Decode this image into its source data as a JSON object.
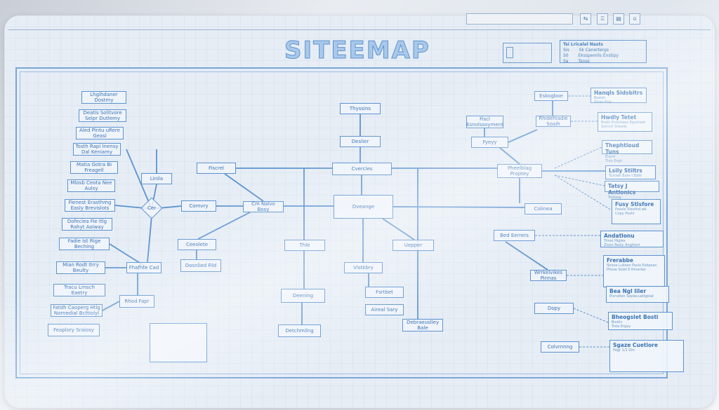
{
  "title": "SITEEMAP",
  "toolbar": {
    "search_value": "",
    "icons": [
      "expand-arrows-icon",
      "user-icon",
      "document-icon",
      "profile-icon"
    ],
    "icon_glyphs": [
      "⇆",
      "⍗",
      "▤",
      "⍝"
    ]
  },
  "legend": {
    "title": "Tsi Lricalal Nasts",
    "rows": [
      {
        "key": "Sis",
        "label": "Sk Canertergs"
      },
      {
        "key": "S0",
        "label": "Eksspemlis Enstipy"
      },
      {
        "key": "Sa",
        "label": "Tsose"
      }
    ]
  },
  "colors": {
    "line": "#5d93cf",
    "sheet": "#e6edf5"
  },
  "nodes": [
    "Lhgihdaner Dostmy",
    "Deatis Solitvore Seipr Dutlemy",
    "Aled Pintu uRere Geasl",
    "Tosth Rapi Inensy Dal Keniamy",
    "Matia Gotra Bi Freagell",
    "Mlosb Ceota Nee Aulsy",
    "Fienest Erasthmg Easly Brevislots",
    "Dofeciea Fie Itlg Rahyt Aoiway",
    "Fadie Ist Rige Beching",
    "Mian Rodt Itrry Beulty",
    "Tracu Lrnsch Eaetry",
    "Fatdh Caoperg Htlg Nornedial Bcttiolyl",
    "Feaplory Sraiosy",
    "Linila",
    "Cer",
    "Comvry",
    "Fiscrel",
    "Cm Nalvo Bosy",
    "Ceeolete",
    "Dosnlied Fild",
    "Fhafhte Cad",
    "Rhod Fapr",
    "",
    "Thyssins",
    "Deslier",
    "Cvercles",
    "Dveange",
    "Thle",
    "Deening",
    "Detchmilng",
    "Vlstkbry",
    "Fsrtbet",
    "Aireal Sary",
    "Uepper",
    "Debraeuslley Bale",
    "Fiscl Esnolssoyment",
    "Fyeyy",
    "Rhidehiadie Soaih",
    "Eskogboe",
    "Pheelblag Proptey",
    "Colinea",
    "Bed Eerrers",
    "Wrrkelvikes Pinnas",
    "Dopy",
    "Colvrnnng"
  ],
  "cards": [
    {
      "title": "Hanqls Sidsbitrs",
      "lines": [
        "Bsasin",
        "Srtan Esip"
      ]
    },
    {
      "title": "Hwdly Tetet",
      "lines": [
        "Bsalk Enatsiees Epsetsan",
        "Sotnctl Siteslis"
      ]
    },
    {
      "title": "Thephtioud Tuns",
      "lines": [
        "Elsnsl",
        "Tlon Enpt"
      ]
    },
    {
      "title": "Lsily Stiltrs",
      "lines": [
        "Tuicten Eonr I Esttr"
      ]
    },
    {
      "title": "Tatsy J Antlonics",
      "lines": [
        "Tsotasg"
      ]
    },
    {
      "title": "Fusy Stlsfore",
      "lines": [
        "Pessle Stesthd wk",
        "Copy Poshl"
      ]
    },
    {
      "title": "Andatlonu",
      "lines": [
        "Trinst Higlex",
        "Zlosn Resly Angtlont"
      ]
    },
    {
      "title": "Frerabbe",
      "lines": [
        "Shove Lullsen Pasla Esbpsan",
        "Phose Sslet E Rmarlas"
      ]
    },
    {
      "title": "Bea Ngl Iiler",
      "lines": [
        "Elsnstlen Seplacuatlgelat"
      ]
    },
    {
      "title": "Bheogslet Bosti",
      "lines": [
        "Bostls",
        "Trsle Ergsy"
      ]
    },
    {
      "title": "Sgaze Cuetiore",
      "lines": [
        "Pagr 1/1 Oln"
      ]
    }
  ]
}
